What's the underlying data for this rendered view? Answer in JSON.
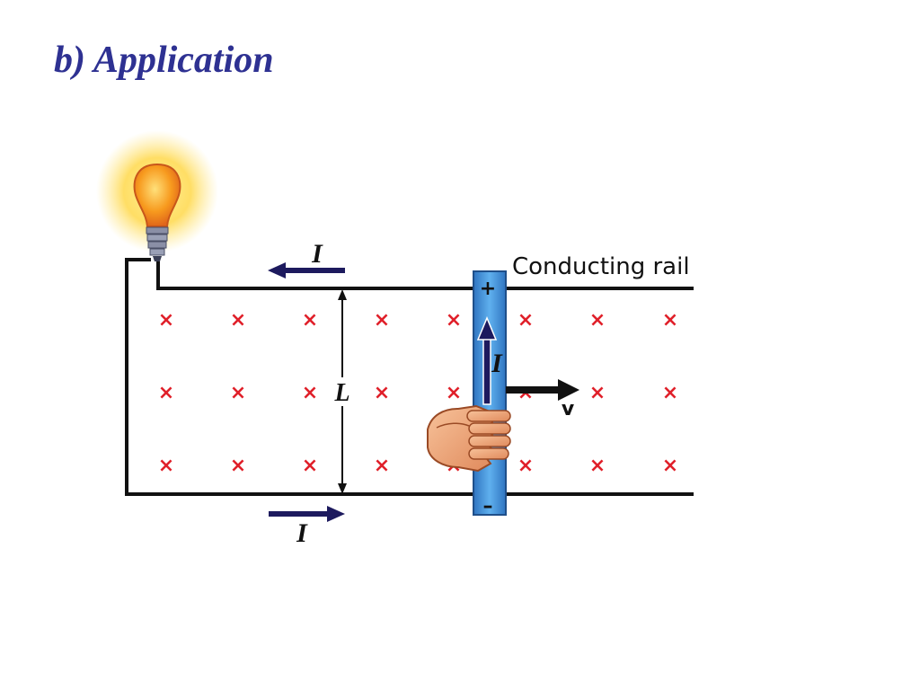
{
  "slide": {
    "title": "b) Application"
  },
  "diagram": {
    "rail_label": "Conducting rail",
    "current_label_top": "I",
    "current_label_bottom": "I",
    "current_label_bar": "I",
    "length_label": "L",
    "velocity_label": "v",
    "plus_sign": "+",
    "minus_sign": "–",
    "field_symbol": "×",
    "colors": {
      "title": "#2e3192",
      "field_marks": "#e0202a",
      "bar": "#3a8fd6",
      "arrows": "#1d1a5e"
    },
    "icons": [
      "light-bulb-icon",
      "hand-icon"
    ]
  }
}
